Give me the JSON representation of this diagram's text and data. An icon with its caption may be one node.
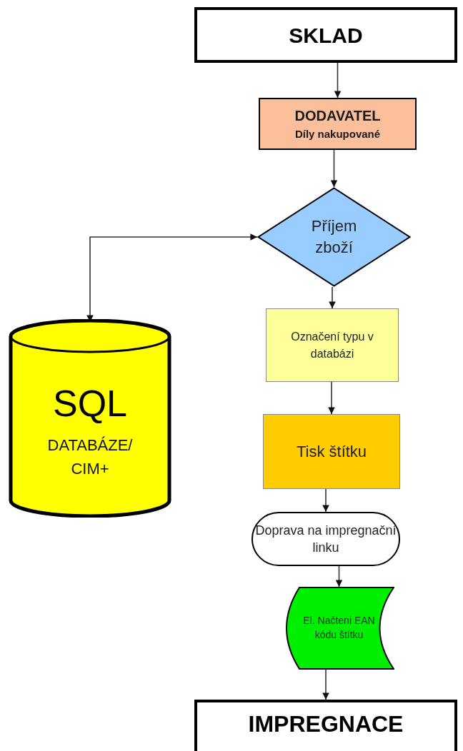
{
  "diagram": {
    "nodes": [
      {
        "text": [
          "SKLAD"
        ]
      },
      {
        "text": [
          "DODAVATEL",
          "Díly nakupované"
        ]
      },
      {
        "text": [
          "Příjem zboží"
        ]
      },
      {
        "text": [
          "Označení typu v databázi"
        ]
      },
      {
        "text": [
          "Tisk štítku"
        ]
      },
      {
        "text": [
          "Doprava na impregnační linku"
        ]
      },
      {
        "text": [
          "El. Načteni EAN kódu štítku"
        ]
      },
      {
        "text": [
          "SQL",
          "DATABÁZE/ CIM+"
        ]
      },
      {
        "text": [
          "IMPREGNACE"
        ]
      }
    ],
    "edges": [
      {
        "from": 0,
        "to": 1,
        "arrow": "to"
      },
      {
        "from": 1,
        "to": 2,
        "arrow": "to"
      },
      {
        "from": 2,
        "to": 3,
        "arrow": "to"
      },
      {
        "from": 3,
        "to": 4,
        "arrow": "to"
      },
      {
        "from": 4,
        "to": 5,
        "arrow": "to"
      },
      {
        "from": 5,
        "to": 6,
        "arrow": "to"
      },
      {
        "from": 6,
        "to": 8,
        "arrow": "to"
      },
      {
        "from": 7,
        "to": 2,
        "arrow": "both"
      }
    ]
  }
}
